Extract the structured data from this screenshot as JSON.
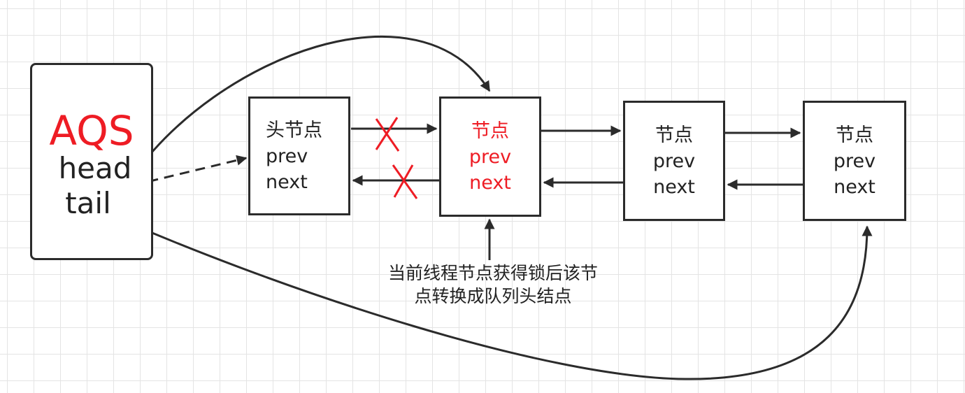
{
  "aqs": {
    "title": "AQS",
    "head": "head",
    "tail": "tail"
  },
  "nodes": [
    {
      "title": "头节点",
      "prev": "prev",
      "next": "next"
    },
    {
      "title": "节点",
      "prev": "prev",
      "next": "next"
    },
    {
      "title": "节点",
      "prev": "prev",
      "next": "next"
    },
    {
      "title": "节点",
      "prev": "prev",
      "next": "next"
    }
  ],
  "note": {
    "line1": "当前线程节点获得锁后该节",
    "line2": "点转换成队列头结点"
  },
  "colors": {
    "line": "#2b2b2b",
    "highlight": "#ee1c24",
    "grid": "#e4e4e4"
  }
}
